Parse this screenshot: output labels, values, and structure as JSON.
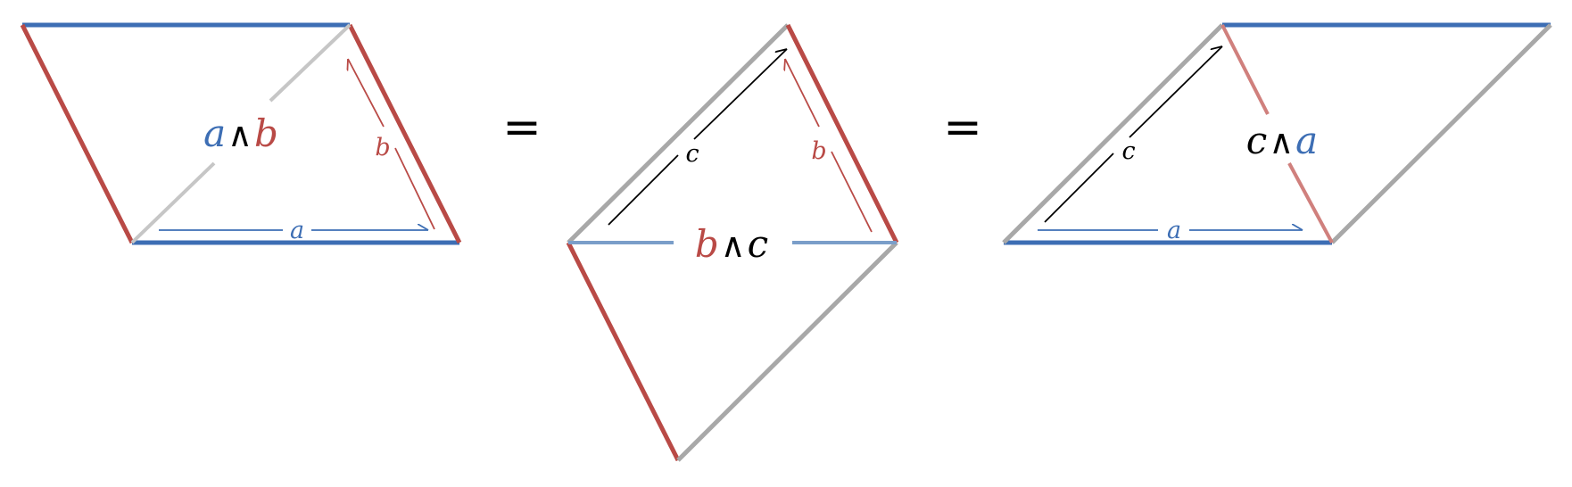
{
  "colors": {
    "a": "#3d6eb4",
    "b": "#b94a46",
    "c": "#000000",
    "operator": "#000000",
    "gray_edge": "#a8a8a8",
    "light_gray_edge": "#c6c6c6",
    "light_blue_edge": "#7a9ec9",
    "light_red_edge": "#d0807d"
  },
  "symbols": {
    "a": "a",
    "b": "b",
    "c": "c",
    "wedge": "∧",
    "equals": "="
  },
  "panels": [
    {
      "name": "a-wedge-b",
      "left": "a",
      "right": "b"
    },
    {
      "name": "b-wedge-c",
      "left": "b",
      "right": "c"
    },
    {
      "name": "c-wedge-a",
      "left": "c",
      "right": "a"
    }
  ]
}
